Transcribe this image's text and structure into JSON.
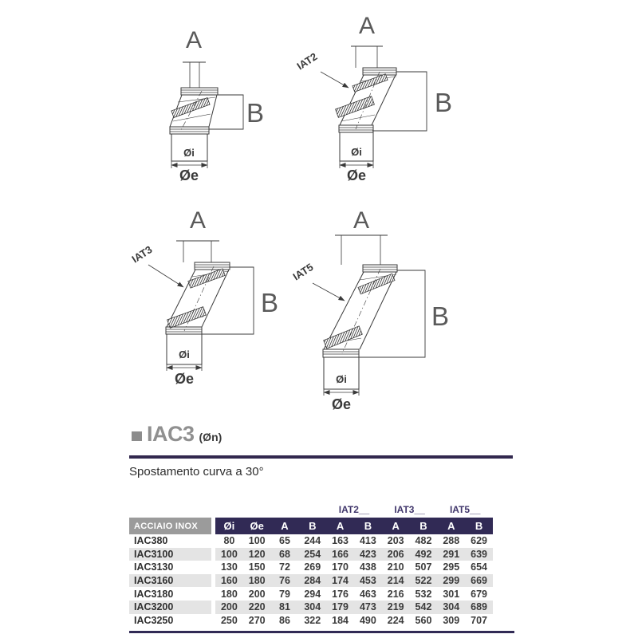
{
  "colors": {
    "header_bg": "#312a55",
    "corner_bg": "#9b9b9b",
    "stripe": "#e4e4e4",
    "accent_rule": "#32284e",
    "group_text": "#40366b",
    "title_gray": "#909090",
    "bottom_rule": "#312a55"
  },
  "section": {
    "title": "IAC3",
    "title_suffix": "(Øn)",
    "subtitle": "Spostamento curva a 30°"
  },
  "diagrams": {
    "d1": {
      "dim_a": "A",
      "dim_b": "B",
      "inner_dia": "Øi",
      "outer_dia": "Øe"
    },
    "d2": {
      "dim_a": "A",
      "dim_b": "B",
      "inner_dia": "Øi",
      "outer_dia": "Øe",
      "part_label": "IAT2"
    },
    "d3": {
      "dim_a": "A",
      "dim_b": "B",
      "inner_dia": "Øi",
      "outer_dia": "Øe",
      "part_label": "IAT3"
    },
    "d4": {
      "dim_a": "A",
      "dim_b": "B",
      "inner_dia": "Øi",
      "outer_dia": "Øe",
      "part_label": "IAT5"
    }
  },
  "table": {
    "corner_header": "ACCIAIO INOX",
    "group_headers": [
      "IAT2__",
      "IAT3__",
      "IAT5__"
    ],
    "columns": [
      "Øi",
      "Øe",
      "A",
      "B",
      "A",
      "B",
      "A",
      "B",
      "A",
      "B"
    ],
    "rows": [
      {
        "code": "IAC380",
        "values": [
          80,
          100,
          65,
          244,
          163,
          413,
          203,
          482,
          288,
          629
        ]
      },
      {
        "code": "IAC3100",
        "values": [
          100,
          120,
          68,
          254,
          166,
          423,
          206,
          492,
          291,
          639
        ]
      },
      {
        "code": "IAC3130",
        "values": [
          130,
          150,
          72,
          269,
          170,
          438,
          210,
          507,
          295,
          654
        ]
      },
      {
        "code": "IAC3160",
        "values": [
          160,
          180,
          76,
          284,
          174,
          453,
          214,
          522,
          299,
          669
        ]
      },
      {
        "code": "IAC3180",
        "values": [
          180,
          200,
          79,
          294,
          176,
          463,
          216,
          532,
          301,
          679
        ]
      },
      {
        "code": "IAC3200",
        "values": [
          200,
          220,
          81,
          304,
          179,
          473,
          219,
          542,
          304,
          689
        ]
      },
      {
        "code": "IAC3250",
        "values": [
          250,
          270,
          86,
          322,
          184,
          490,
          224,
          560,
          309,
          707
        ]
      }
    ]
  }
}
